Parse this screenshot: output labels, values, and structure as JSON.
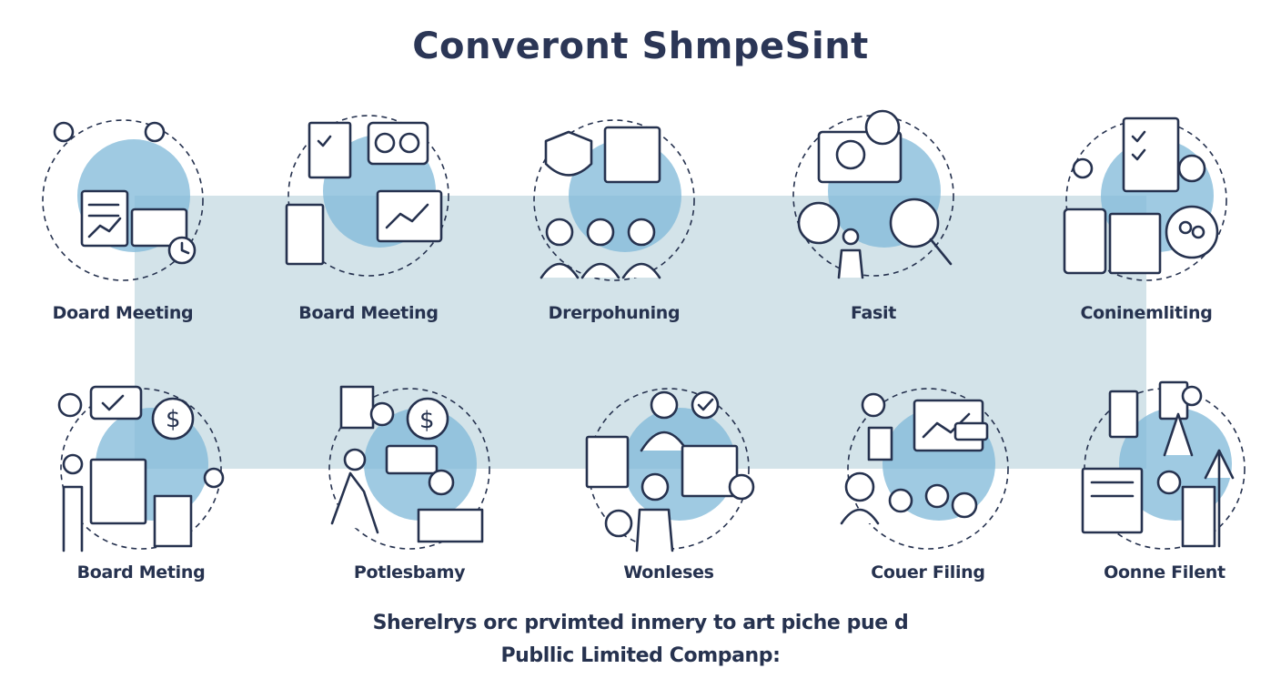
{
  "title": "Converont ShmpeSint",
  "colors": {
    "accent": "#7fb8d8",
    "band": "#d3e3e9",
    "ink": "#26324f"
  },
  "items": [
    {
      "label": "Doard Meeting",
      "icon": "board-meeting-icon"
    },
    {
      "label": "Board Meeting",
      "icon": "presentation-icon"
    },
    {
      "label": "Drerpohuning",
      "icon": "team-shield-icon"
    },
    {
      "label": "Fasit",
      "icon": "analysis-icon"
    },
    {
      "label": "Coninemliting",
      "icon": "checklist-gears-icon"
    },
    {
      "label": "Board Meting",
      "icon": "finance-meeting-icon"
    },
    {
      "label": "Potlesbamy",
      "icon": "money-workflow-icon"
    },
    {
      "label": "Wonleses",
      "icon": "support-icon"
    },
    {
      "label": "Couer Filing",
      "icon": "chart-team-icon"
    },
    {
      "label": "Oonne Filent",
      "icon": "filing-growth-icon"
    }
  ],
  "footer": {
    "line1": "Sherelrys orc prvimted inmery to art piche pue d",
    "line2": "Publlic Limited Companp:"
  }
}
